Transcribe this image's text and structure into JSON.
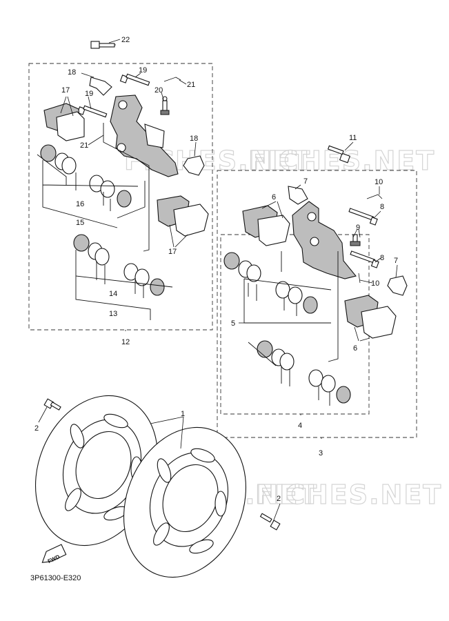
{
  "diagram": {
    "watermark": "FICHES.NET",
    "drawing_code": "3P61300-E320",
    "fwd_label": "FWD",
    "callouts": [
      "22",
      "18",
      "19",
      "20",
      "21",
      "17",
      "19",
      "21",
      "18",
      "16",
      "15",
      "17",
      "14",
      "13",
      "12",
      "11",
      "7",
      "10",
      "6",
      "8",
      "9",
      "8",
      "10",
      "7",
      "5",
      "6",
      "4",
      "3",
      "1",
      "2",
      "2"
    ]
  }
}
